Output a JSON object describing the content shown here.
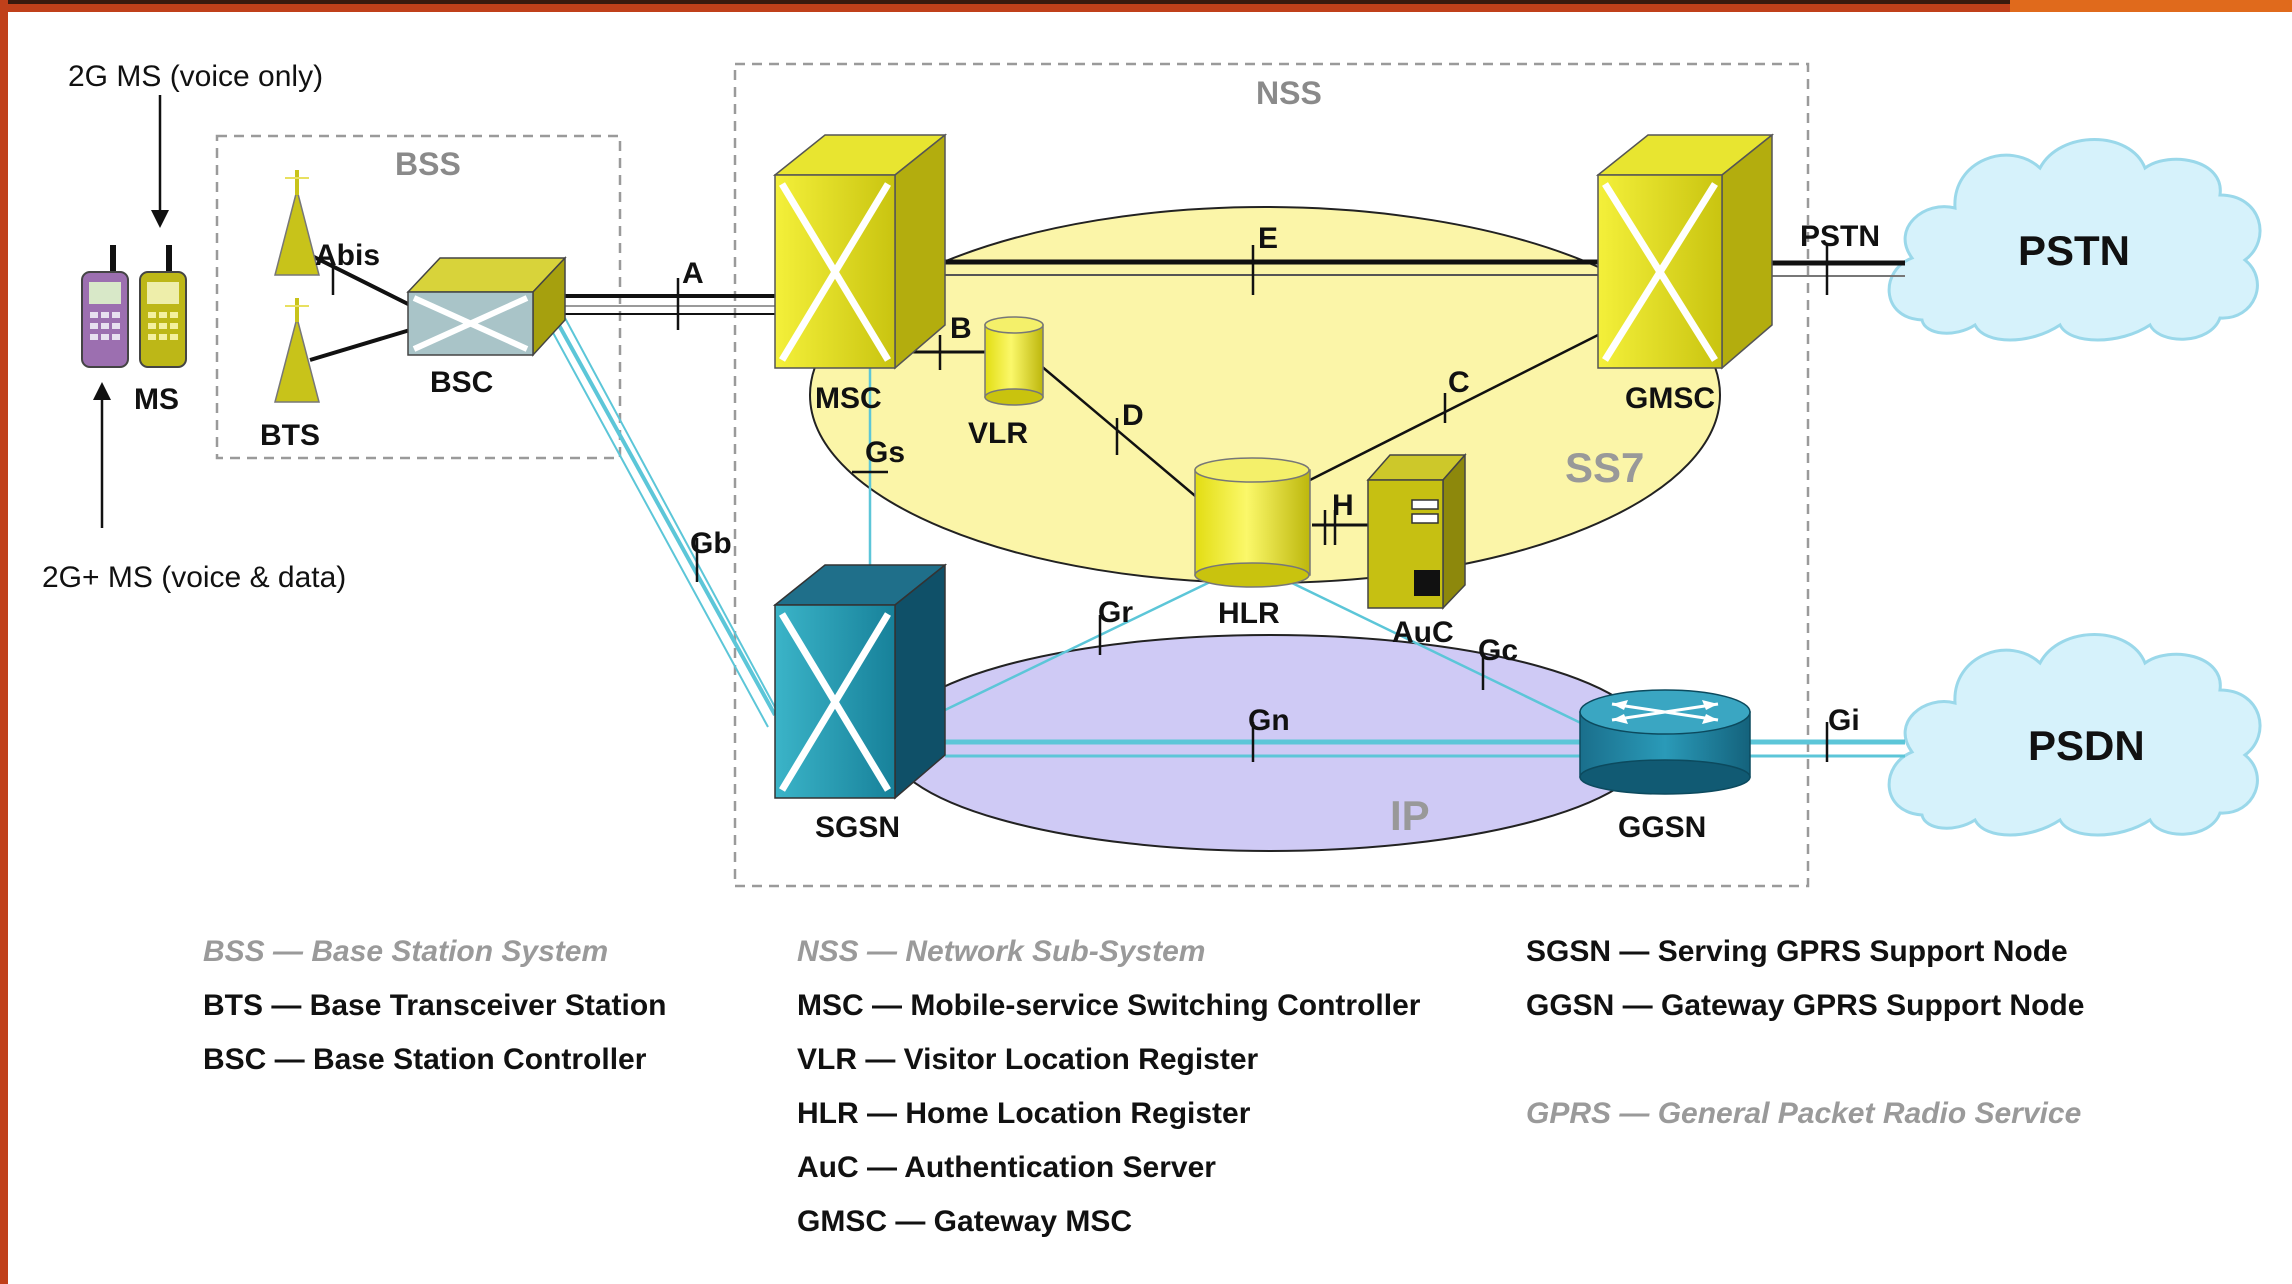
{
  "labels": {
    "ms_2g": "2G MS (voice only)",
    "ms_2gplus": "2G+ MS (voice & data)",
    "ms": "MS",
    "bss": "BSS",
    "bts": "BTS",
    "bsc": "BSC",
    "abis": "Abis",
    "a": "A",
    "nss": "NSS",
    "msc": "MSC",
    "vlr": "VLR",
    "gmsc": "GMSC",
    "hlr": "HLR",
    "auc": "AuC",
    "sgsn": "SGSN",
    "ggsn": "GGSN",
    "ss7": "SS7",
    "ip": "IP",
    "pstn_cloud": "PSTN",
    "psdn_cloud": "PSDN",
    "pstn_link": "PSTN",
    "b": "B",
    "c": "C",
    "d": "D",
    "e": "E",
    "h": "H",
    "gs": "Gs",
    "gb": "Gb",
    "gr": "Gr",
    "gc": "Gc",
    "gn": "Gn",
    "gi": "Gi"
  },
  "legend": {
    "bss": "BSS — Base Station System",
    "bts": "BTS — Base Transceiver Station",
    "bsc": "BSC — Base Station Controller",
    "nss": "NSS — Network Sub-System",
    "msc": "MSC — Mobile-service Switching Controller",
    "vlr": "VLR — Visitor Location Register",
    "hlr": "HLR — Home Location Register",
    "auc": "AuC — Authentication Server",
    "gmsc": "GMSC — Gateway MSC",
    "sgsn": "SGSN — Serving GPRS Support Node",
    "ggsn": "GGSN — Gateway GPRS Support Node",
    "gprs": "GPRS — General Packet Radio Service"
  },
  "colors": {
    "frame_accent": "#c0401a",
    "ss7_fill": "#fbf5a8",
    "ip_fill": "#cfcaf5",
    "switch_yellow": "#e0dc1a",
    "switch_teal": "#1f8ea6",
    "cloud_fill": "#d6f2fb",
    "link_cyan": "#5cc6d8"
  },
  "icons": [
    "mobile-phone-icon",
    "antenna-tower-icon",
    "switch-box-icon",
    "database-cylinder-icon",
    "server-icon",
    "router-icon",
    "cloud-icon"
  ]
}
